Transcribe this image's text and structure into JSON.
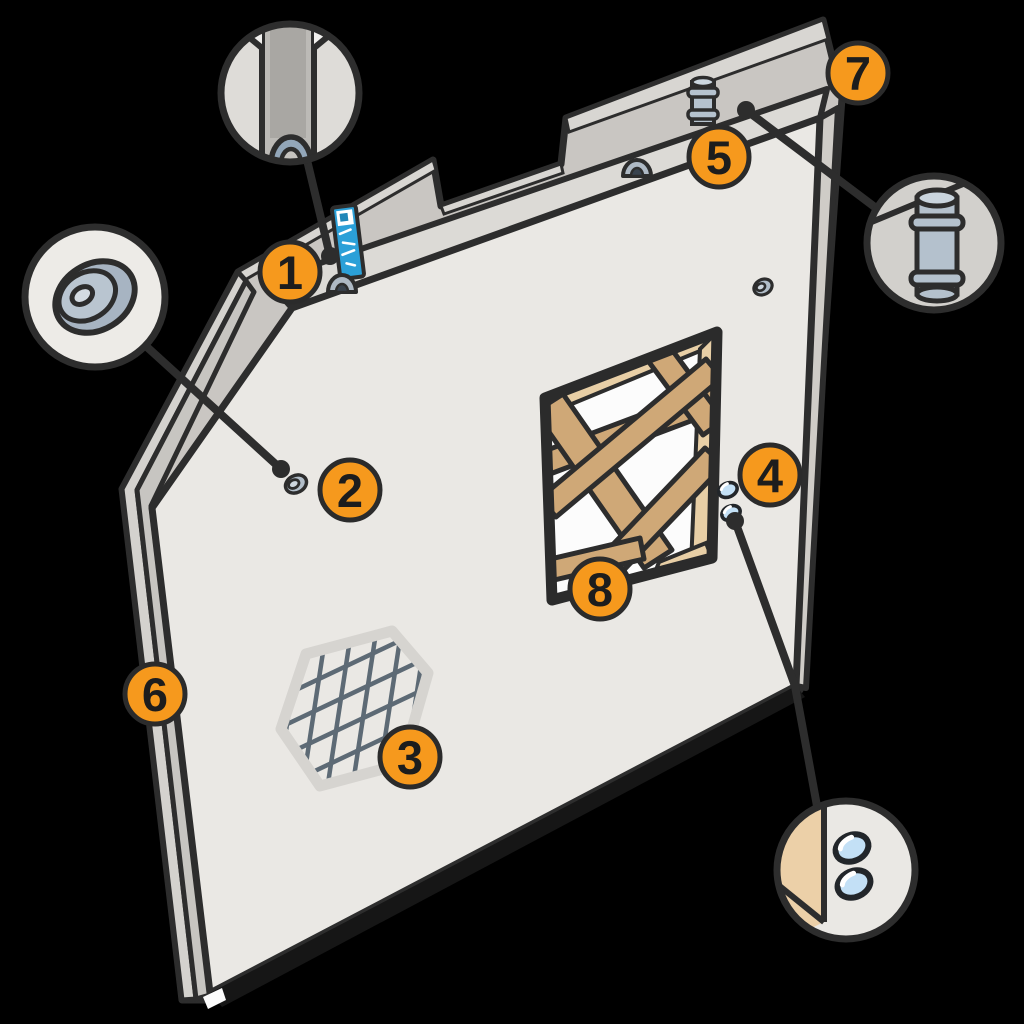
{
  "diagram": {
    "description": "Exploded cutaway illustration of a prefabricated wall panel with eight numbered callouts and four magnified detail circles",
    "background": "#000000"
  },
  "palette": {
    "outline": "#2d2d2d",
    "accent_orange": "#f6991d",
    "panel_face": "#eae8e4",
    "panel_top_edge": "#dcdad6",
    "back_panel": "#c9c6c2",
    "back_panel_top_strip": "#d8d6d2",
    "side_strip": "#cfccc7",
    "metal_blue_gray": "#b4c1cd",
    "washer_blue_gray": "#a9b6c3",
    "wood_tan": "#cfa877",
    "wood_lining_tan": "#e8cfa6",
    "adhesive_blue": "#c3e0f6",
    "label_blue": "#2ba0d8",
    "mesh_line": "#5d6a75",
    "mesh_border": "#d6d4d0"
  },
  "callouts": [
    {
      "label": "1"
    },
    {
      "label": "2"
    },
    {
      "label": "3"
    },
    {
      "label": "4"
    },
    {
      "label": "5"
    },
    {
      "label": "6"
    },
    {
      "label": "7"
    },
    {
      "label": "8"
    }
  ],
  "magnifiers": [
    {
      "name": "keyhole-slot-detail"
    },
    {
      "name": "washer-plug-detail"
    },
    {
      "name": "pipe-connector-detail"
    },
    {
      "name": "adhesive-dab-detail"
    }
  ]
}
